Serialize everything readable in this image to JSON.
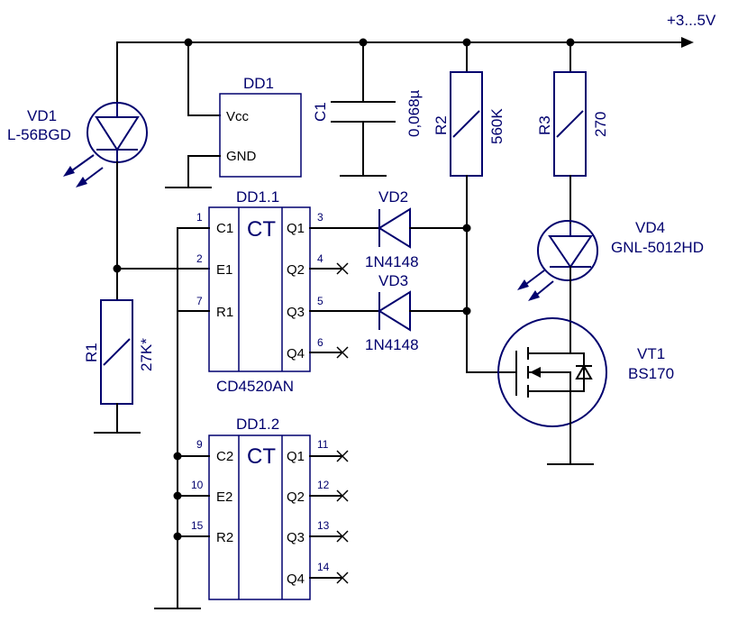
{
  "supply": {
    "label": "+3...5V"
  },
  "vd1": {
    "ref": "VD1",
    "part": "L-56BGD"
  },
  "dd1": {
    "ref": "DD1",
    "vcc": "Vcc",
    "gnd": "GND"
  },
  "c1": {
    "ref": "C1",
    "value": "0,068µ"
  },
  "r2": {
    "ref": "R2",
    "value": "560K"
  },
  "r3": {
    "ref": "R3",
    "value": "270"
  },
  "r1": {
    "ref": "R1",
    "value": "27K*"
  },
  "dd1_1": {
    "ref": "DD1.1",
    "type": "CT",
    "part": "CD4520AN",
    "in_pins": [
      {
        "num": "1",
        "label": "C1"
      },
      {
        "num": "2",
        "label": "E1"
      },
      {
        "num": "7",
        "label": "R1"
      }
    ],
    "out_pins": [
      {
        "num": "3",
        "label": "Q1"
      },
      {
        "num": "4",
        "label": "Q2"
      },
      {
        "num": "5",
        "label": "Q3"
      },
      {
        "num": "6",
        "label": "Q4"
      }
    ]
  },
  "dd1_2": {
    "ref": "DD1.2",
    "type": "CT",
    "in_pins": [
      {
        "num": "9",
        "label": "C2"
      },
      {
        "num": "10",
        "label": "E2"
      },
      {
        "num": "15",
        "label": "R2"
      }
    ],
    "out_pins": [
      {
        "num": "11",
        "label": "Q1"
      },
      {
        "num": "12",
        "label": "Q2"
      },
      {
        "num": "13",
        "label": "Q3"
      },
      {
        "num": "14",
        "label": "Q4"
      }
    ]
  },
  "vd2": {
    "ref": "VD2",
    "part": "1N4148"
  },
  "vd3": {
    "ref": "VD3",
    "part": "1N4148"
  },
  "vd4": {
    "ref": "VD4",
    "part": "GNL-5012HD"
  },
  "vt1": {
    "ref": "VT1",
    "part": "BS170"
  }
}
